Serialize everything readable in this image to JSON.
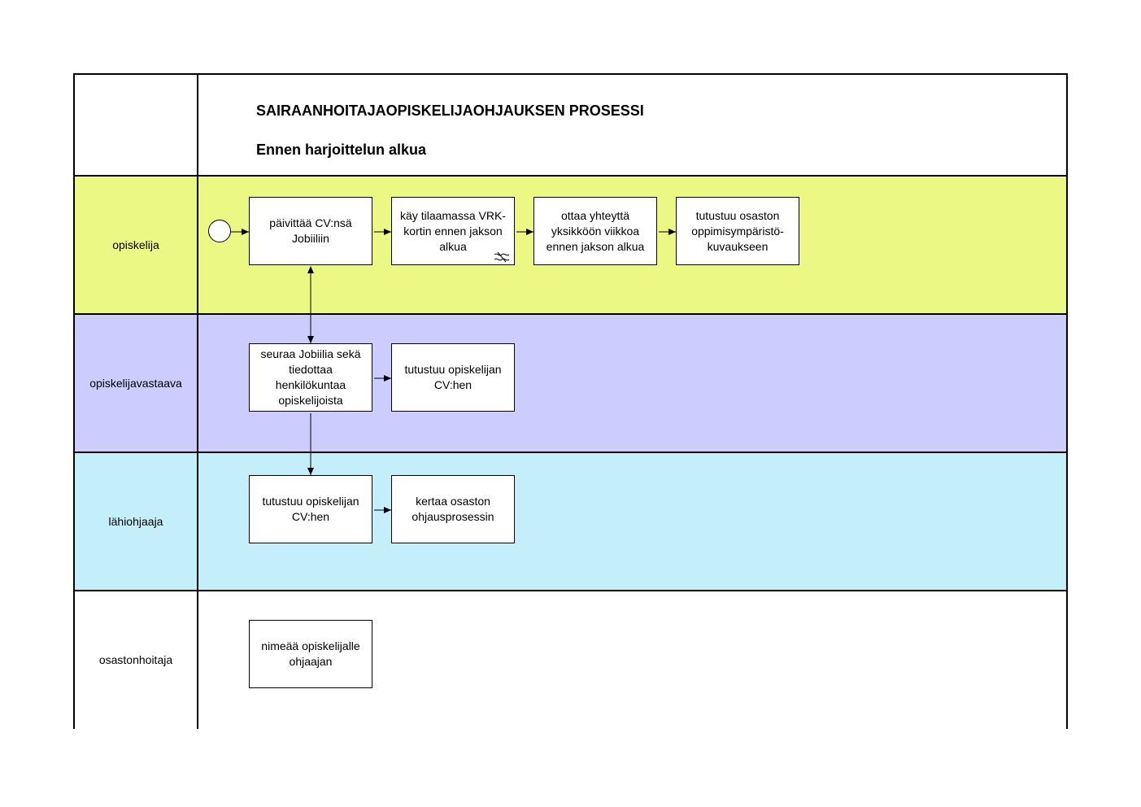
{
  "title": "SAIRAANHOITAJAOPISKELIJAOHJAUKSEN PROSESSI",
  "subtitle": "Ennen harjoittelun alkua",
  "colors": {
    "lane_opiskelija": "#ecf884",
    "lane_opiskelijavastaava": "#ccccff",
    "lane_lahiohjaaja": "#c5eefb",
    "lane_osastonhoitaja": "#ffffff"
  },
  "lanes": [
    {
      "label": "opiskelija"
    },
    {
      "label": "opiskelijavastaava"
    },
    {
      "label": "lähiohjaaja"
    },
    {
      "label": "osastonhoitaja"
    }
  ],
  "tasks": {
    "t1": "päivittää CV:nsä Jobiiliin",
    "t2": "käy tilaamassa VRK-kortin ennen jakson alkua",
    "t3": "ottaa yhteyttä yksikköön viikkoa ennen jakson alkua",
    "t4": "tutustuu osaston oppimisympäristö-kuvaukseen",
    "t5": "seuraa Jobiilia sekä tiedottaa henkilökuntaa opiskelijoista",
    "t6": "tutustuu opiskelijan CV:hen",
    "t7": "tutustuu opiskelijan CV:hen",
    "t8": "kertaa osaston ohjausprosessin",
    "t9": "nimeää opiskelijalle ohjaajan"
  },
  "markers": {
    "t2": "ad-hoc-marker-icon"
  }
}
